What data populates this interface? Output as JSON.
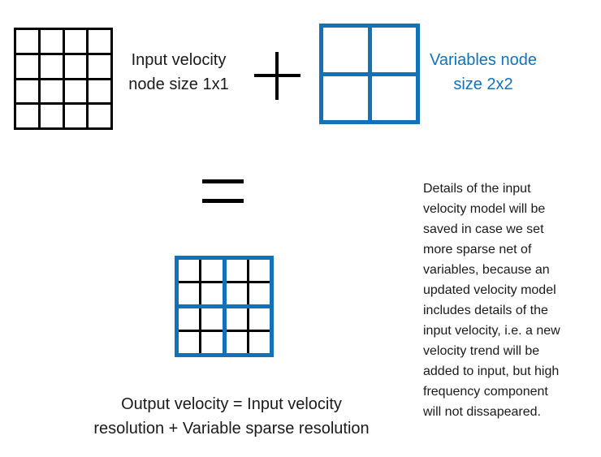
{
  "colors": {
    "accent_blue": "#1272b9",
    "line_black": "#000000",
    "text_black": "#1a1a1a"
  },
  "icons": {
    "plus-icon": "+",
    "equals-icon": "="
  },
  "diagram": {
    "input_grid": {
      "rows": 4,
      "cols": 4,
      "label": "Input velocity\nnode size 1x1"
    },
    "variables_grid": {
      "rows": 2,
      "cols": 2,
      "label": "Variables node\nsize 2x2"
    },
    "output_grid": {
      "rows": 2,
      "cols": 2,
      "sub": {
        "rows": 2,
        "cols": 2
      }
    },
    "caption": "Output velocity = Input velocity\nresolution + Variable sparse resolution",
    "note": "Details of the input\nvelocity model will be\nsaved in case we set\nmore sparse net of\nvariables, because an\nupdated velocity model\nincludes details of the\ninput velocity, i.e. a new\nvelocity trend will be\nadded to input, but high\nfrequency component\nwill not dissapeared."
  }
}
